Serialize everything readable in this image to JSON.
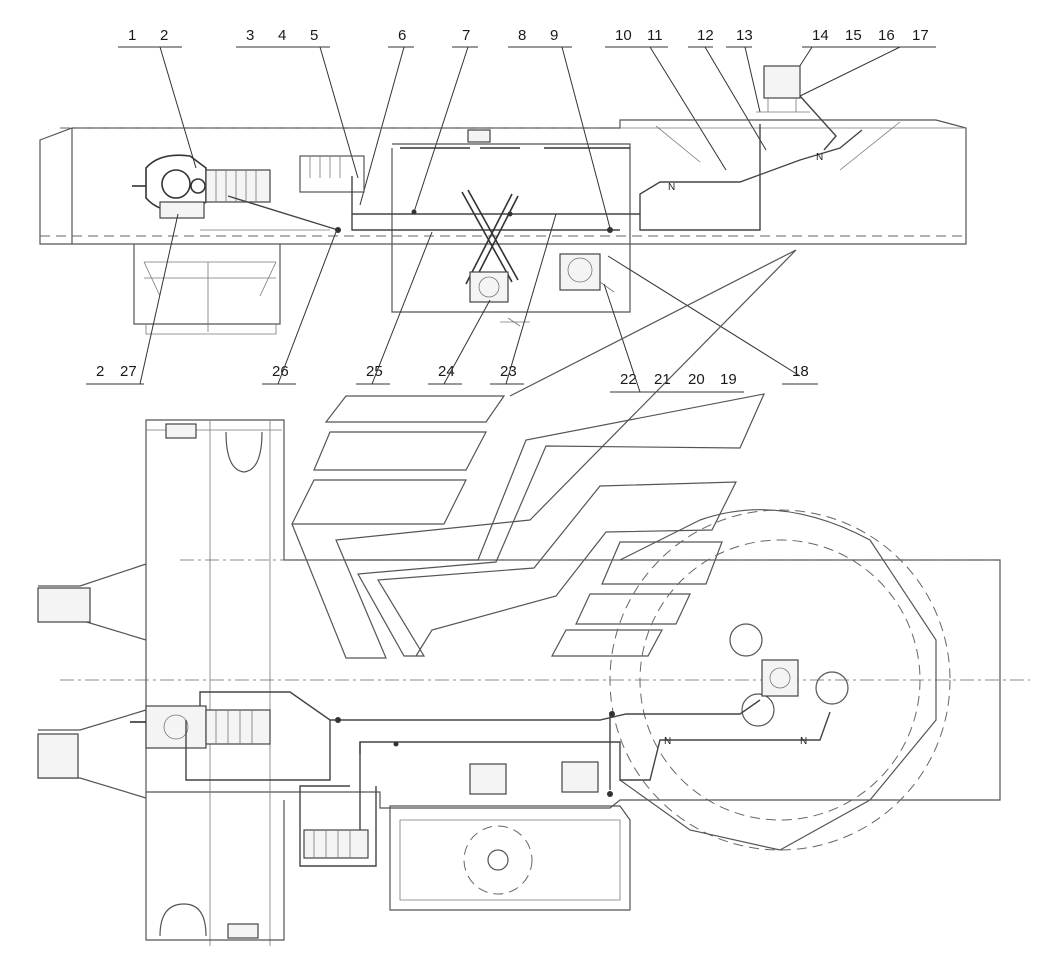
{
  "callouts": {
    "top": [
      {
        "id": "c1",
        "label": "1"
      },
      {
        "id": "c2",
        "label": "2"
      },
      {
        "id": "c3",
        "label": "3"
      },
      {
        "id": "c4",
        "label": "4"
      },
      {
        "id": "c5",
        "label": "5"
      },
      {
        "id": "c6",
        "label": "6"
      },
      {
        "id": "c7",
        "label": "7"
      },
      {
        "id": "c8",
        "label": "8"
      },
      {
        "id": "c9",
        "label": "9"
      },
      {
        "id": "c10",
        "label": "10"
      },
      {
        "id": "c11",
        "label": "11"
      },
      {
        "id": "c12",
        "label": "12"
      },
      {
        "id": "c13",
        "label": "13"
      },
      {
        "id": "c14",
        "label": "14"
      },
      {
        "id": "c15",
        "label": "15"
      },
      {
        "id": "c16",
        "label": "16"
      },
      {
        "id": "c17",
        "label": "17"
      }
    ],
    "bottom": [
      {
        "id": "c2b",
        "label": "2"
      },
      {
        "id": "c27",
        "label": "27"
      },
      {
        "id": "c26",
        "label": "26"
      },
      {
        "id": "c25",
        "label": "25"
      },
      {
        "id": "c24",
        "label": "24"
      },
      {
        "id": "c23",
        "label": "23"
      },
      {
        "id": "c22",
        "label": "22"
      },
      {
        "id": "c21",
        "label": "21"
      },
      {
        "id": "c20",
        "label": "20"
      },
      {
        "id": "c19",
        "label": "19"
      },
      {
        "id": "c18",
        "label": "18"
      }
    ]
  },
  "annotations": {
    "valve_mark_top_1": "N",
    "valve_mark_top_2": "N",
    "valve_mark_bottom": "N",
    "valve_mark_bottom_2": "N"
  }
}
